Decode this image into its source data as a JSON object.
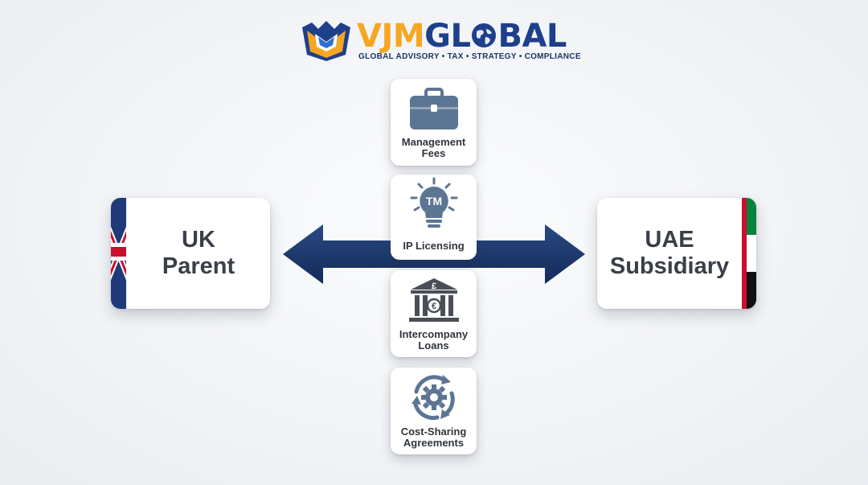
{
  "brand": {
    "name_part1": "VJM",
    "name_part2_pre": "GL",
    "name_part2_post": "BAL",
    "tagline": "GLOBAL ADVISORY • TAX • STRATEGY • COMPLIANCE",
    "colors": {
      "orange": "#f5a623",
      "navy": "#1e3f8a"
    }
  },
  "entities": {
    "left": {
      "line1": "UK",
      "line2": "Parent",
      "flag": "uk-flag"
    },
    "right": {
      "line1": "UAE",
      "line2": "Subsidiary",
      "flag": "uae-flag"
    }
  },
  "arrow": {
    "direction": "bidirectional",
    "color": "#1f3a6e"
  },
  "flows": [
    {
      "icon": "briefcase-icon",
      "line1": "Management",
      "line2": "Fees"
    },
    {
      "icon": "lightbulb-tm-icon",
      "icon_text": "TM",
      "line1": "",
      "line2": "IP Licensing"
    },
    {
      "icon": "bank-icon",
      "line1": "Intercompany",
      "line2": "Loans"
    },
    {
      "icon": "gear-cycle-icon",
      "line1": "Cost-Sharing",
      "line2": "Agreements"
    }
  ],
  "colors": {
    "icon": "#5c7592",
    "label": "#2f343b",
    "entity_label": "#3a3f47"
  }
}
